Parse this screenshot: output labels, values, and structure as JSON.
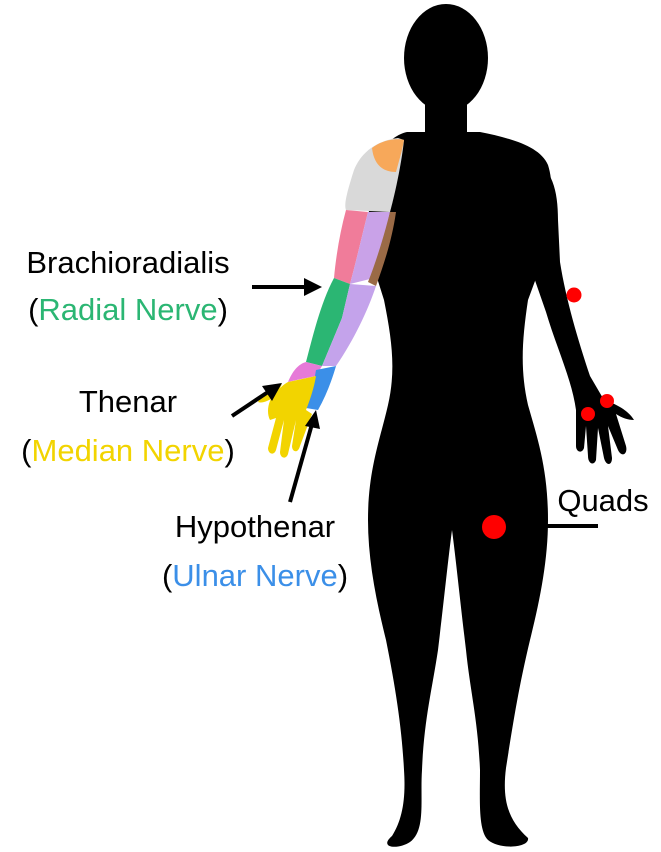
{
  "labels": {
    "brachioradialis": {
      "muscle": "Brachioradialis",
      "open": "(",
      "nerve": "Radial Nerve",
      "close": ")"
    },
    "thenar": {
      "muscle": "Thenar",
      "open": "(",
      "nerve": "Median Nerve",
      "close": ")"
    },
    "hypothenar": {
      "muscle": "Hypothenar",
      "open": "(",
      "nerve": "Ulnar Nerve",
      "close": ")"
    },
    "quads": "Quads"
  },
  "colors": {
    "silhouette": "#000000",
    "radial": "#2bb673",
    "median": "#f2d400",
    "ulnar": "#3b8fe8",
    "marker": "#ff0000",
    "deltoid_top": "#f7a85a",
    "deltoid_side": "#d9d9d9",
    "biceps": "#c9a2e8",
    "triceps": "#f07c9a",
    "brachialis": "#9a6a46",
    "forearm_flexors": "#c4a3eb",
    "wrist_patch": "#e67ad8"
  }
}
